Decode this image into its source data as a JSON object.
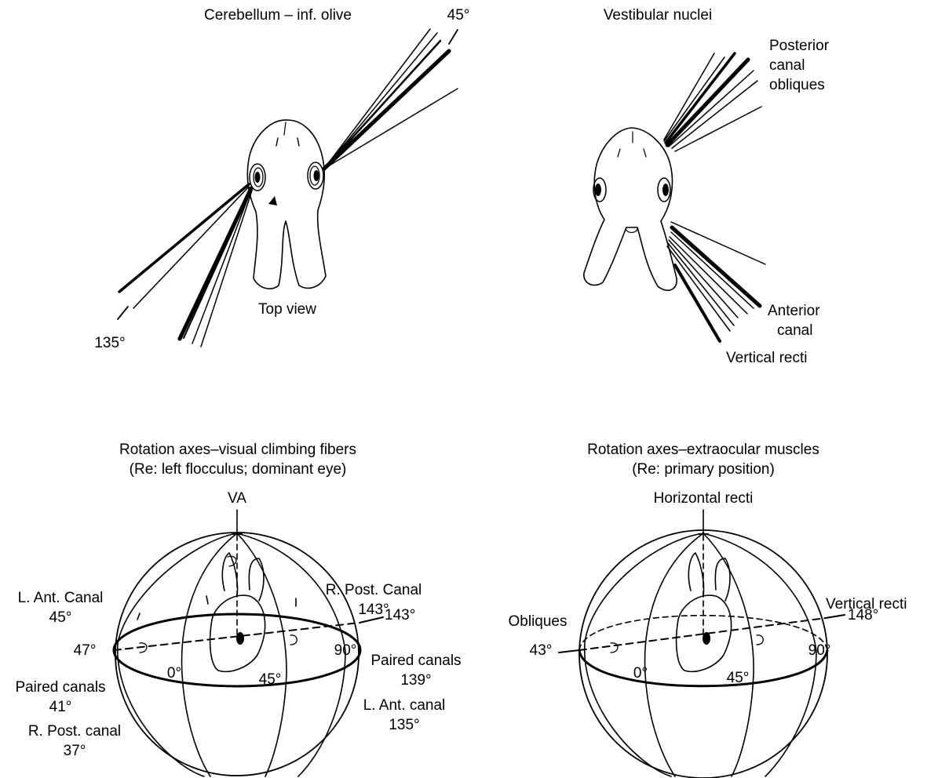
{
  "panels": {
    "top_left": {
      "title": "Cerebellum – inf. olive",
      "view_label": "Top view",
      "angle_45": "45°",
      "angle_135": "135°"
    },
    "top_right": {
      "title": "Vestibular nuclei",
      "posterior_label": [
        "Posterior",
        "canal",
        "obliques"
      ],
      "anterior_label": [
        "Anterior",
        "canal"
      ],
      "vertical_recti": "Vertical recti"
    },
    "bottom_left": {
      "title": "Rotation axes–visual climbing fibers",
      "subtitle": "(Re: left flocculus; dominant eye)",
      "va": "VA",
      "r_post_canal_top": [
        "R. Post. Canal",
        "143°"
      ],
      "axis_right": "143°",
      "l_ant_canal_top": [
        "L. Ant. Canal",
        "45°"
      ],
      "axis_left": "47°",
      "tick_0": "0°",
      "tick_45": "45°",
      "tick_90": "90°",
      "paired_right": [
        "Paired canals",
        "139°"
      ],
      "l_ant_canal_bottom": [
        "L. Ant. canal",
        "135°"
      ],
      "paired_left": [
        "Paired canals",
        "41°"
      ],
      "r_post_canal_bottom": [
        "R. Post. canal",
        "37°"
      ]
    },
    "bottom_right": {
      "title": "Rotation axes–extraocular muscles",
      "subtitle": "(Re: primary position)",
      "horizontal_recti": "Horizontal recti",
      "vertical_recti": "Vertical recti",
      "axis_right": "148°",
      "obliques": "Obliques",
      "axis_left": "43°",
      "tick_0": "0°",
      "tick_45": "45°",
      "tick_90": "90°"
    }
  }
}
